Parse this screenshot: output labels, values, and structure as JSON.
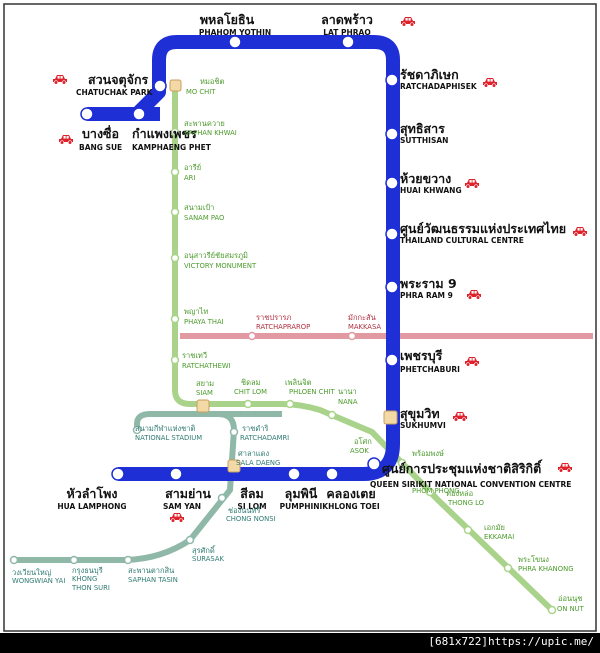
{
  "footer": {
    "text": "[681x722]https://upic.me/"
  },
  "colors": {
    "mrt": "#1f2fd6",
    "bts_sukhumvit": "#a9d38a",
    "bts_silom": "#8fb8a8",
    "airport_link": "#e19aa2",
    "text_green": "#4a9a2a",
    "text_teal": "#2f7a72",
    "text_red": "#b03040",
    "car": "#e0202a"
  },
  "car_icon": "car-parking-icon",
  "stations": {
    "phahon_yothin": {
      "th": "พหลโยธิน",
      "en": "PHAHOM YOTHIN"
    },
    "lat_phrao": {
      "th": "ลาดพร้าว",
      "en": "LAT PHRAO"
    },
    "chatuchak_park": {
      "th": "สวนจตุจักร",
      "en": "CHATUCHAK PARK"
    },
    "ratchadaphisek": {
      "th": "รัชดาภิเษก",
      "en": "RATCHADAPHISEK"
    },
    "bang_sue": {
      "th": "บางซื่อ",
      "en": "BANG SUE"
    },
    "kamphaeng_phet": {
      "th": "กำแพงเพชร",
      "en": "KAMPHAENG PHET"
    },
    "sutthisan": {
      "th": "สุทธิสาร",
      "en": "SUTTHISAN"
    },
    "huai_khwang": {
      "th": "ห้วยขวาง",
      "en": "HUAI KHWANG"
    },
    "thailand_cultural_centre": {
      "th": "ศูนย์วัฒนธรรมแห่งประเทศไทย",
      "en": "THAILAND CULTURAL CENTRE"
    },
    "phra_ram_9": {
      "th": "พระราม 9",
      "en": "PHRA RAM 9"
    },
    "phetchaburi": {
      "th": "เพชรบุรี",
      "en": "PHETCHABURI"
    },
    "sukhumvit": {
      "th": "สุขุมวิท",
      "en": "SUKHUMVI"
    },
    "qsncc": {
      "th": "ศูนย์การประชุมแห่งชาติสิริกิติ์",
      "en": "QUEEN SIRIKIT NATIONAL CONVENTION CENTRE"
    },
    "hua_lamphong": {
      "th": "หัวลำโพง",
      "en": "HUA LAMPHONG"
    },
    "sam_yan": {
      "th": "สามย่าน",
      "en": "SAM YAN"
    },
    "si_lom": {
      "th": "สีลม",
      "en": "SI LOM"
    },
    "lumphini": {
      "th": "ลุมพินี",
      "en": "PUMPHINI"
    },
    "khlong_toei": {
      "th": "คลองเตย",
      "en": "KHLONG TOEI"
    }
  },
  "bts": {
    "mo_chit": {
      "th": "หมอชิต",
      "en": "MO CHIT"
    },
    "saphan_khwai": {
      "th": "สะพานควาย",
      "en": "SAPHAN KHWAI"
    },
    "ari": {
      "th": "อารีย์",
      "en": "ARI"
    },
    "sanam_pao": {
      "th": "สนามเป้า",
      "en": "SANAM PAO"
    },
    "victory_monument": {
      "th": "อนุสาวรีย์ชัยสมรภูมิ",
      "en": "VICTORY MONUMENT"
    },
    "phaya_thai": {
      "th": "พญาไท",
      "en": "PHAYA THAI"
    },
    "ratchathewi": {
      "th": "ราชเทวี",
      "en": "RATCHATHEWI"
    },
    "siam": {
      "th": "สยาม",
      "en": "SIAM"
    },
    "chit_lom": {
      "th": "ชิดลม",
      "en": "CHIT LOM"
    },
    "phloen_chit": {
      "th": "เพลินจิต",
      "en": "PHLOEN CHIT"
    },
    "nana": {
      "th": "นานา",
      "en": "NANA"
    },
    "asok": {
      "th": "อโศก",
      "en": "ASOK"
    },
    "phrom_phong": {
      "th": "พร้อมพงษ์",
      "en": "PHOM PHONG"
    },
    "thong_lo": {
      "th": "ทองหล่อ",
      "en": "THONG LO"
    },
    "ekkamai": {
      "th": "เอกมัย",
      "en": "EKKAMAI"
    },
    "phra_khanong": {
      "th": "พระโขนง",
      "en": "PHRA KHANONG"
    },
    "on_nut": {
      "th": "อ่อนนุช",
      "en": "ON NUT"
    },
    "national_stadium": {
      "th": "สนามกีฬาแห่งชาติ",
      "en": "NATIONAL STADIUM"
    },
    "ratchadamri": {
      "th": "ราชดำริ",
      "en": "RATCHADAMRI"
    },
    "sala_daeng": {
      "th": "ศาลาแดง",
      "en": "SALA DAENG"
    },
    "chong_nonsi": {
      "th": "ช่องนนทรี",
      "en": "CHONG NONSI"
    },
    "surasak": {
      "th": "สุรศักดิ์",
      "en": "SURASAK"
    },
    "saphan_taksin": {
      "th": "สะพานตากสิน",
      "en": "SAPHAN TASIN"
    },
    "krung_thon_buri": {
      "th": "กรุงธนบุรี",
      "en": "KHONG",
      "en2": "THON SURI"
    },
    "wongwian_yai": {
      "th": "วงเวียนใหญ่",
      "en": "WONGWIAN YAI"
    }
  },
  "airport_link": {
    "ratchaprarop": {
      "th": "ราชปรารภ",
      "en": "RATCHAPRAROP"
    },
    "makkasan": {
      "th": "มักกะสัน",
      "en": "MAKKASA"
    }
  }
}
